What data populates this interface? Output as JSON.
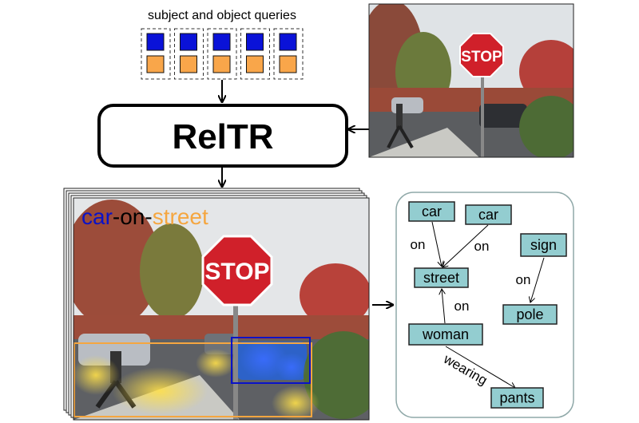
{
  "queries_label": "subject and object queries",
  "query_count": 5,
  "model_label": "RelTR",
  "sign_text": "STOP",
  "triplet": {
    "subject": "car",
    "sep1": "-",
    "predicate": "on",
    "sep2": "-",
    "object": "street"
  },
  "colors": {
    "subject": "#0a12c8",
    "object": "#f5a640",
    "node_fill": "#93cdd0",
    "query_blue": "#0a12d8",
    "query_orange": "#f9a64a"
  },
  "graph": {
    "nodes": [
      {
        "id": "car1",
        "label": "car"
      },
      {
        "id": "car2",
        "label": "car"
      },
      {
        "id": "sign",
        "label": "sign"
      },
      {
        "id": "street",
        "label": "street"
      },
      {
        "id": "pole",
        "label": "pole"
      },
      {
        "id": "woman",
        "label": "woman"
      },
      {
        "id": "pants",
        "label": "pants"
      }
    ],
    "edges": [
      {
        "from": "car1",
        "to": "street",
        "label": "on"
      },
      {
        "from": "car2",
        "to": "street",
        "label": "on"
      },
      {
        "from": "sign",
        "to": "pole",
        "label": "on"
      },
      {
        "from": "woman",
        "to": "street",
        "label": "on"
      },
      {
        "from": "woman",
        "to": "pants",
        "label": "wearing"
      }
    ]
  }
}
